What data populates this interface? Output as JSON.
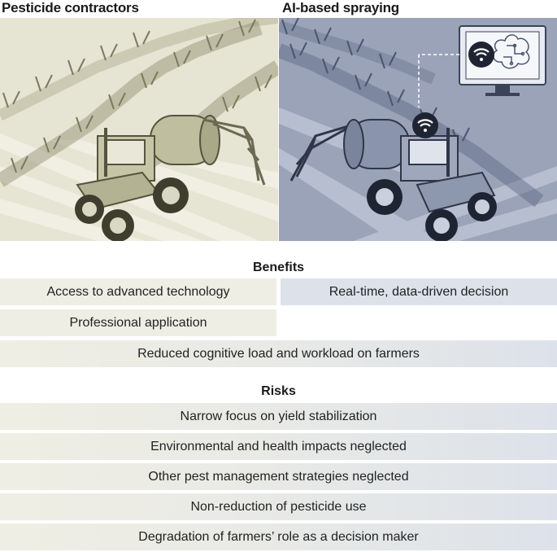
{
  "panels": {
    "left_title": "Pesticide contractors",
    "right_title": "AI-based spraying"
  },
  "illustration": {
    "left_icons": [
      "corn-rows",
      "tractor",
      "sprayer-tank",
      "spray-boom"
    ],
    "right_icons": [
      "corn-rows",
      "tractor",
      "sprayer-tank",
      "spray-boom",
      "wifi-icon",
      "monitor",
      "ai-brain-icon"
    ],
    "colors": {
      "left_bg": "#e6e4d2",
      "right_bg": "#9aa3b8",
      "left_plants": "#7c7a5e",
      "right_plants": "#4b5570"
    }
  },
  "benefits": {
    "heading": "Benefits",
    "items": [
      {
        "label": "Access to advanced technology",
        "side": "left"
      },
      {
        "label": "Real-time, data-driven decision",
        "side": "right"
      },
      {
        "label": "Professional application",
        "side": "left"
      },
      {
        "label": "Reduced cognitive load and workload on farmers",
        "side": "both"
      }
    ]
  },
  "risks": {
    "heading": "Risks",
    "items": [
      {
        "label": "Narrow focus on yield stabilization",
        "side": "both"
      },
      {
        "label": "Environmental and health impacts neglected",
        "side": "both"
      },
      {
        "label": "Other pest management strategies neglected",
        "side": "both"
      },
      {
        "label": "Non-reduction of pesticide use",
        "side": "both"
      },
      {
        "label": "Degradation of farmers’ role as a decision maker",
        "side": "both"
      }
    ]
  }
}
